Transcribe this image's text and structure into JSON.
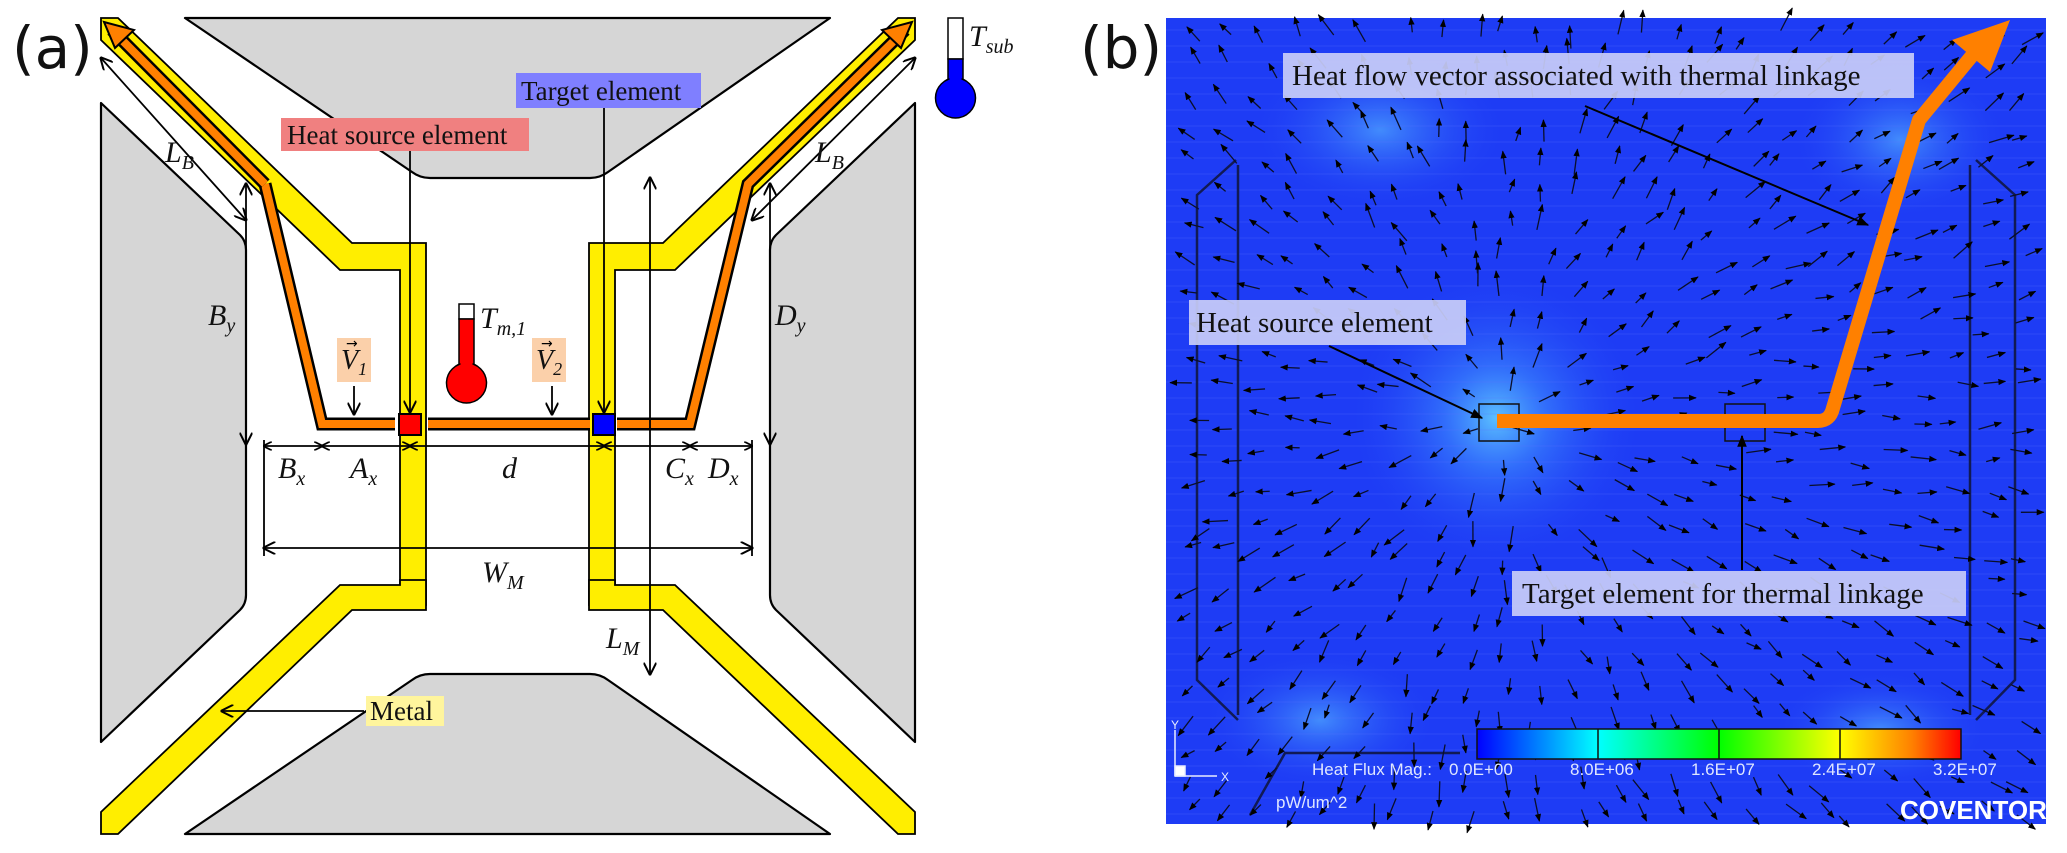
{
  "panels": {
    "a": {
      "label": "(a)",
      "tags": {
        "heat_source": "Heat source element",
        "target": "Target element",
        "metal": "Metal"
      },
      "tag_colors": {
        "heat_source": "#f08080",
        "target": "#7f7fff",
        "metal": "#fff59d",
        "vector": "#fbd0aa"
      },
      "dimensions": {
        "LB_left": {
          "main": "L",
          "sub": "B"
        },
        "LB_right": {
          "main": "L",
          "sub": "B"
        },
        "By": {
          "main": "B",
          "sub": "y"
        },
        "Dy": {
          "main": "D",
          "sub": "y"
        },
        "Bx": {
          "main": "B",
          "sub": "x"
        },
        "Ax": {
          "main": "A",
          "sub": "x"
        },
        "d": {
          "main": "d"
        },
        "Cx": {
          "main": "C",
          "sub": "x"
        },
        "Dx": {
          "main": "D",
          "sub": "x"
        },
        "WM": {
          "main": "W",
          "sub": "M"
        },
        "LM": {
          "main": "L",
          "sub": "M"
        }
      },
      "vectors": {
        "V1": {
          "main": "V",
          "sub": "1",
          "arrow": "→"
        },
        "V2": {
          "main": "V",
          "sub": "2",
          "arrow": "→"
        }
      },
      "thermometers": {
        "membrane": {
          "main": "T",
          "sub": "m,1",
          "fill_color": "#ff0000",
          "fill_level": 0.85
        },
        "substrate": {
          "main": "T",
          "sub": "sub",
          "fill_color": "#0000ff",
          "fill_level": 0.45
        }
      },
      "colors": {
        "substrate": "#d6d6d6",
        "metal": "#ffee00",
        "heat_path": "#ff8000",
        "heat_source_element": "#ff0000",
        "target_element": "#0000ff"
      }
    },
    "b": {
      "label": "(b)",
      "callouts": {
        "heat_flow": "Heat flow vector associated with thermal linkage",
        "heat_source": "Heat source element",
        "target": "Target element for thermal linkage"
      },
      "colorbar": {
        "title": "Heat Flux Mag.:",
        "unit": "pW/um^2",
        "ticks": [
          "0.0E+00",
          "8.0E+06",
          "1.6E+07",
          "2.4E+07",
          "3.2E+07"
        ],
        "range": [
          0,
          32000000
        ],
        "colors": [
          "#0000ff",
          "#00ffff",
          "#00ff00",
          "#ffff00",
          "#ff0000"
        ]
      },
      "axis_triad": {
        "x": "X",
        "y": "Y"
      },
      "brand": "COVENTOR",
      "colors": {
        "background": "#1e3cf5",
        "heat_flow_arrow": "#ff8000"
      }
    }
  }
}
